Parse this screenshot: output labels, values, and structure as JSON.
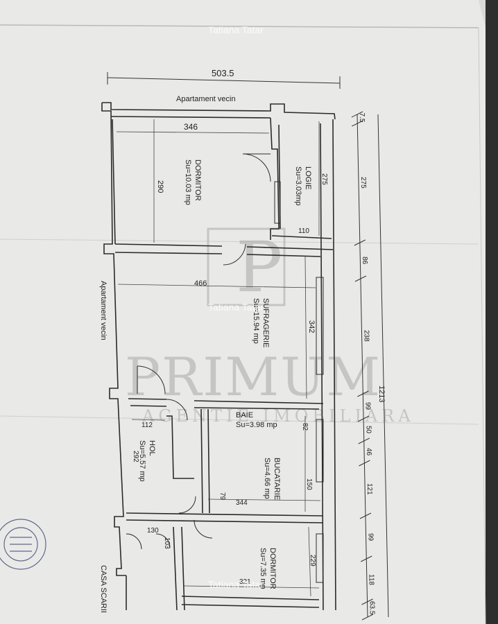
{
  "watermarks": {
    "top": "Tatiana Tatar",
    "middle": "Tatiana Tatar",
    "bottom": "Tatiana Tatar"
  },
  "logo": {
    "letter": "P",
    "name": "PRIMUM",
    "tagline": "AGENTIE IMOBILIARA"
  },
  "labels": {
    "neighbor_top": "Apartament vecin",
    "neighbor_left": "Apartament vecin",
    "stairwell": "CASA SCARII"
  },
  "rooms": [
    {
      "id": "dormitor1",
      "name": "DORMITOR",
      "area": "Su=10.03 mp"
    },
    {
      "id": "logie",
      "name": "LOGIE",
      "area": "Su=3.03mp"
    },
    {
      "id": "sufragerie",
      "name": "SUFRAGERIE",
      "area": "Su=15.94 mp"
    },
    {
      "id": "baie",
      "name": "BAIE",
      "area": "Su=3.98 mp"
    },
    {
      "id": "hol",
      "name": "HOL",
      "area": "Su=5.57 mp"
    },
    {
      "id": "bucatarie",
      "name": "BUCATARIE",
      "area": "Su=4.66 mp"
    },
    {
      "id": "dormitor2",
      "name": "DORMITOR",
      "area": "Su=7.35 mp"
    }
  ],
  "dimensions": {
    "total_width": "503.5",
    "d346": "346",
    "d290": "290",
    "d466": "466",
    "d342": "342",
    "d275a": "275",
    "d110": "110",
    "d344": "344",
    "d321": "321",
    "d229": "229",
    "d150": "150",
    "d112": "112",
    "d292": "292",
    "d130": "130",
    "d103": "103",
    "d82": "82",
    "d79": "79",
    "right_chain": [
      "7.5",
      "275",
      "86",
      "238",
      "99",
      "50",
      "46",
      "121",
      "99",
      "118",
      "63.5"
    ],
    "right_total": "1213"
  }
}
